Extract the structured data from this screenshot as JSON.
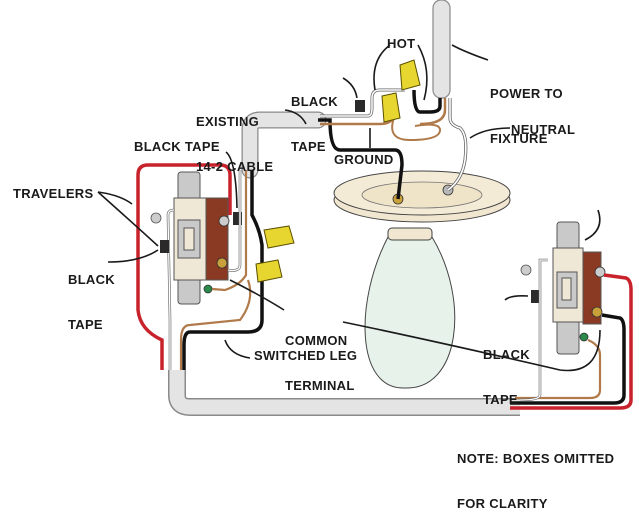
{
  "diagram": {
    "title": "Three-way switch wiring with power to fixture",
    "labels": {
      "hot": "HOT",
      "power_to_fixture_1": "POWER TO",
      "power_to_fixture_2": "FIXTURE",
      "black_tape_top_1": "BLACK",
      "black_tape_top_2": "TAPE",
      "existing_cable_1": "EXISTING",
      "existing_cable_2": "14-2 CABLE",
      "neutral": "NEUTRAL",
      "ground": "GROUND",
      "black_tape_left_switch": "BLACK TAPE",
      "travelers": "TRAVELERS",
      "black_tape_left_1": "BLACK",
      "black_tape_left_2": "TAPE",
      "common_terminal_1": "COMMON",
      "common_terminal_2": "TERMINAL",
      "switched_leg": "SWITCHED LEG",
      "black_tape_right_1": "BLACK",
      "black_tape_right_2": "TAPE",
      "note_1": "NOTE: BOXES OMITTED",
      "note_2": "FOR CLARITY"
    },
    "colors": {
      "cable_sheath": "#e4e4e4",
      "cable_outline": "#8a8a8a",
      "red_wire": "#c8232c",
      "black_wire": "#111111",
      "bare_ground": "#b07a4a",
      "white_wire": "#ffffff",
      "wire_nut": "#e8d630",
      "bulb": "#e6f2ea",
      "fixture_base": "#f1e6cf",
      "switch_body": "#8a3a22",
      "switch_face": "#efe8d6",
      "strap": "#c9c9c9",
      "tape": "#2a2a2a"
    }
  }
}
